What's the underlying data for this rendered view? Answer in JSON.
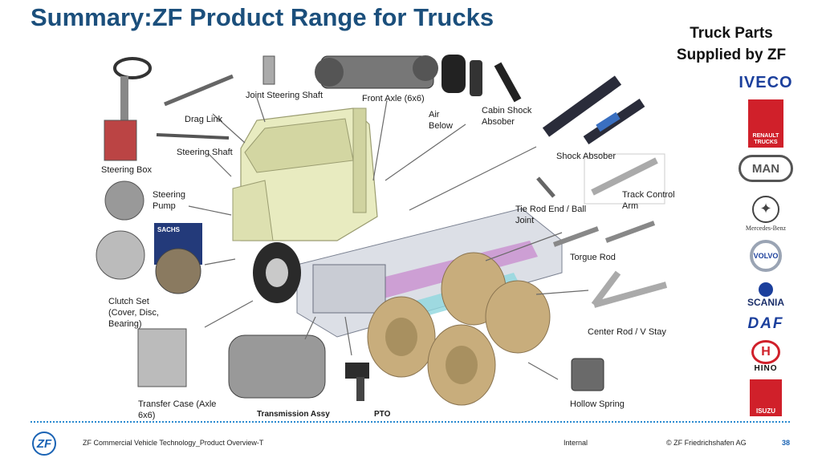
{
  "slide": {
    "title": "Summary:ZF Product Range for Trucks",
    "supplied_heading": "Truck Parts\nSupplied by ZF",
    "page_number": "38"
  },
  "parts": {
    "steering_box": "Steering Box",
    "drag_link": "Drag Link",
    "steering_shaft": "Steering Shaft",
    "joint_steering_shaft": "Joint Steering Shaft",
    "front_axle": "Front Axle (6x6)",
    "air_below": "Air\nBelow",
    "cabin_shock": "Cabin Shock\nAbsober",
    "shock_absober": "Shock Absober",
    "steering_pump": "Steering\nPump",
    "tie_rod": "Tie Rod End / Ball\nJoint",
    "track_control": "Track Control\nArm",
    "torgue_rod": "Torgue Rod",
    "clutch_set": "Clutch Set\n(Cover, Disc,\nBearing)",
    "center_rod": "Center Rod / V Stay",
    "transfer_case": "Transfer Case (Axle\n6x6)",
    "transmission": "Transmission Assy",
    "pto": "PTO",
    "hollow_spring": "Hollow Spring",
    "sachs_brand": "SACHS"
  },
  "brands": {
    "iveco": "IVECO",
    "renault": "RENAULT\nTRUCKS",
    "man": "MAN",
    "mercedes": "Mercedes-Benz",
    "volvo": "VOLVO",
    "scania": "SCANIA",
    "daf": "DAF",
    "hino": "HINO",
    "isuzu": "ISUZU"
  },
  "footer": {
    "logo_text": "ZF",
    "doc_title": "ZF Commercial Vehicle Technology_Product Overview-T",
    "classification": "Internal",
    "copyright": "© ZF Friedrichshafen AG"
  },
  "colors": {
    "title": "#1b4f7c",
    "zf_blue": "#1a63b4",
    "cab": "#e8ebc0",
    "daf_blue": "#1b3f9c",
    "renault_red": "#d0202a"
  }
}
